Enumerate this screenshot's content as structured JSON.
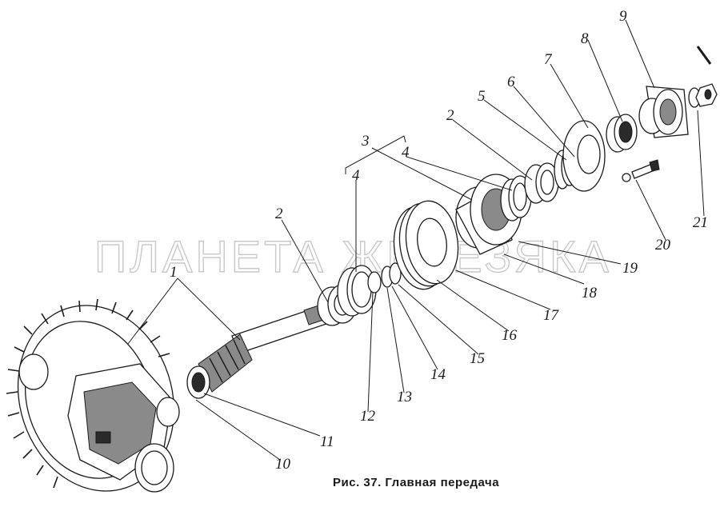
{
  "figure": {
    "caption": "Рис. 37. Главная передача",
    "watermark": "ПЛАНЕТА ЖЕЛЕЗЯКА"
  },
  "labels": [
    {
      "id": "l1",
      "text": "1"
    },
    {
      "id": "l2a",
      "text": "2"
    },
    {
      "id": "l2b",
      "text": "2"
    },
    {
      "id": "l3",
      "text": "3"
    },
    {
      "id": "l4a",
      "text": "4"
    },
    {
      "id": "l4b",
      "text": "4"
    },
    {
      "id": "l5",
      "text": "5"
    },
    {
      "id": "l6",
      "text": "6"
    },
    {
      "id": "l7",
      "text": "7"
    },
    {
      "id": "l8",
      "text": "8"
    },
    {
      "id": "l9",
      "text": "9"
    },
    {
      "id": "l10",
      "text": "10"
    },
    {
      "id": "l11",
      "text": "11"
    },
    {
      "id": "l12",
      "text": "12"
    },
    {
      "id": "l13",
      "text": "13"
    },
    {
      "id": "l14",
      "text": "14"
    },
    {
      "id": "l15",
      "text": "15"
    },
    {
      "id": "l16",
      "text": "16"
    },
    {
      "id": "l17",
      "text": "17"
    },
    {
      "id": "l18",
      "text": "18"
    },
    {
      "id": "l19",
      "text": "19"
    },
    {
      "id": "l20",
      "text": "20"
    },
    {
      "id": "l21",
      "text": "21"
    }
  ]
}
